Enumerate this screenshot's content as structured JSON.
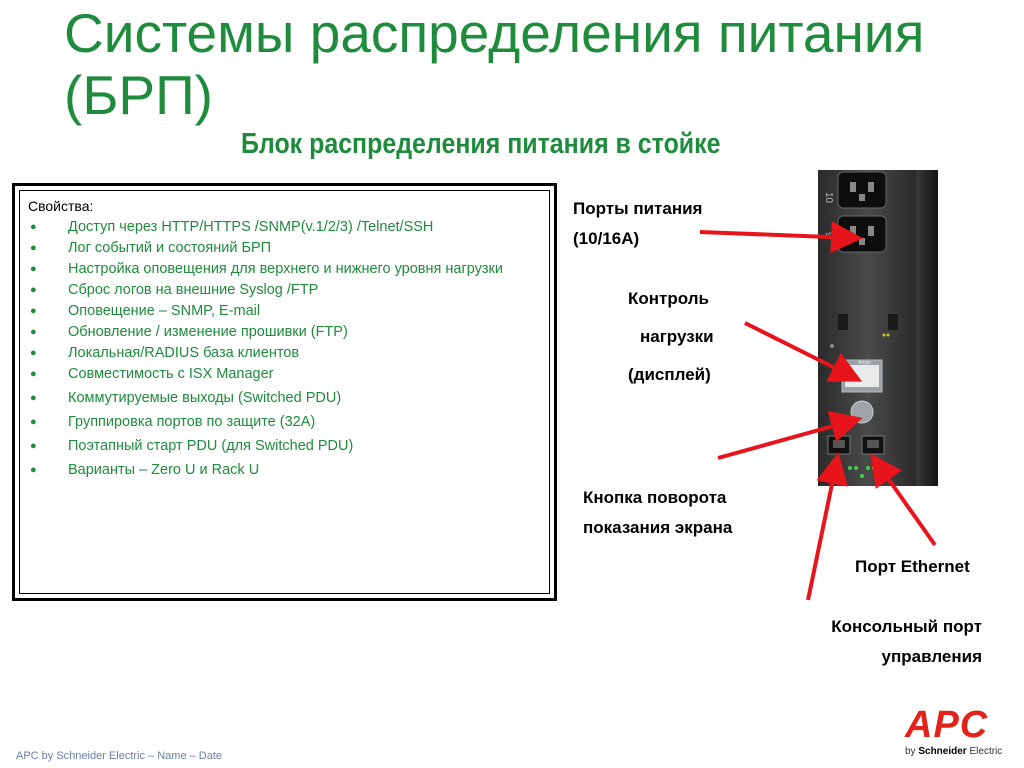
{
  "title": "Системы распределения питания (БРП)",
  "subtitle": "Блок распределения питания в стойке",
  "properties": {
    "heading": "Свойства:",
    "items": [
      "Доступ через HTTP/HTTPS /SNMP(v.1/2/3) /Telnet/SSH",
      "Лог событий и состояний БРП",
      "Настройка оповещения для верхнего и нижнего уровня нагрузки",
      "Сброс логов на внешние Syslog /FTP",
      "Оповещение – SNMP, E-mail",
      "Обновление / изменение прошивки (FTP)",
      "Локальная/RADIUS база клиентов",
      "Совместимость с ISX Manager",
      "Коммутируемые выходы (Switched PDU)",
      "Группировка портов по защите (32A)",
      "Поэтапный старт PDU (для Switched PDU)",
      "Варианты – Zero U и Rack U"
    ]
  },
  "callouts": {
    "power_ports_1": "Порты питания",
    "power_ports_2": "(10/16A)",
    "load_1": "Контроль",
    "load_2": "нагрузки",
    "load_3": "(дисплей)",
    "rotate_1": "Кнопка поворота",
    "rotate_2": "показания экрана",
    "ethernet": "Порт Ethernet",
    "console_1": "Консольный порт",
    "console_2": "управления"
  },
  "device": {
    "outlet_numbers": [
      "10",
      "9"
    ],
    "display_value": "Amps"
  },
  "footer": "APC by Schneider Electric – Name – Date",
  "logo": {
    "brand": "APC",
    "by": "by",
    "company": "Schneider",
    "company_suffix": "Electric"
  },
  "colors": {
    "accent_green": "#1f8b3c",
    "arrow_red": "#e8141b",
    "logo_red": "#e2231a"
  }
}
